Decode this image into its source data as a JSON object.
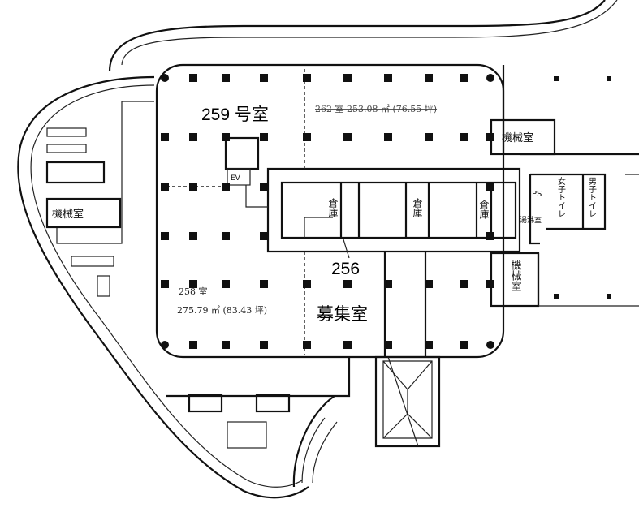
{
  "rooms": {
    "room_259": "259 号室",
    "room_262": "262 室 253.08 ㎡ (76.55 坪)",
    "room_258_name": "258 室",
    "room_258_area": "275.79 ㎡ (83.43 坪)",
    "recruiting": "募集室",
    "room_256": "256",
    "storage_1": "倉庫",
    "storage_2": "倉庫",
    "storage_3": "倉庫",
    "machine_room_left": "機械室",
    "machine_room_top": "機械室",
    "machine_room_bottom": "機械室",
    "ps": "PS",
    "womens_toilet": "女子トイレ",
    "mens_toilet": "男子トイレ",
    "kitchenette": "湯沸室",
    "ev": "EV"
  }
}
